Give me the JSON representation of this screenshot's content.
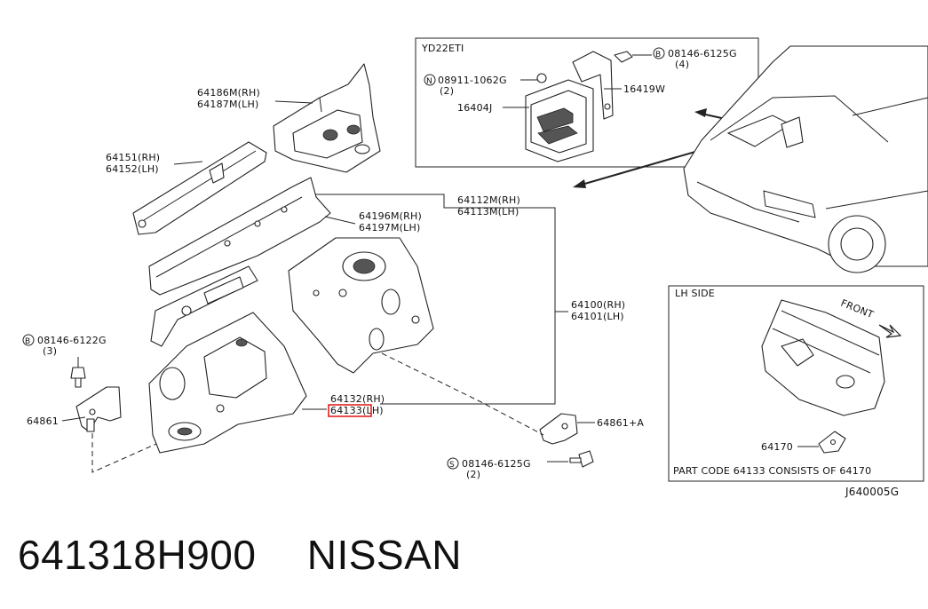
{
  "diagram": {
    "inset_engine_title": "YD22ETI",
    "inset_lh_title": "LH SIDE",
    "front_label": "FRONT",
    "part_code_note": "PART CODE 64133  CONSISTS OF 64170",
    "diagram_code": "J640005G",
    "highlight_color": "#e00000",
    "labels": {
      "p64186": "64186M(RH)",
      "p64187": "64187M(LH)",
      "p64151": "64151(RH)",
      "p64152": "64152(LH)",
      "p64112": "64112M(RH)",
      "p64113": "64113M(LH)",
      "p64196": "64196M(RH)",
      "p64197": "64197M(LH)",
      "p64100": "64100(RH)",
      "p64101": "64101(LH)",
      "p64132": "64132(RH)",
      "p64133": "64133(LH)",
      "bolt_b_6122_code": "08146-6122G",
      "bolt_b_6122_qty": "(3)",
      "p64861": "64861",
      "p64861a": "64861+A",
      "bolt_s_6125_code": "08146-6125G",
      "bolt_s_6125_qty": "(2)",
      "nut_n_code": "08911-1062G",
      "nut_n_qty": "(2)",
      "p16404": "16404J",
      "bolt_b_6125_code": "08146-6125G",
      "bolt_b_6125_qty": "(4)",
      "p16419": "16419W",
      "p64170": "64170",
      "sym_b": "B",
      "sym_n": "N",
      "sym_s": "S"
    }
  },
  "footer": {
    "part_number": "641318H900",
    "brand": "NISSAN"
  }
}
